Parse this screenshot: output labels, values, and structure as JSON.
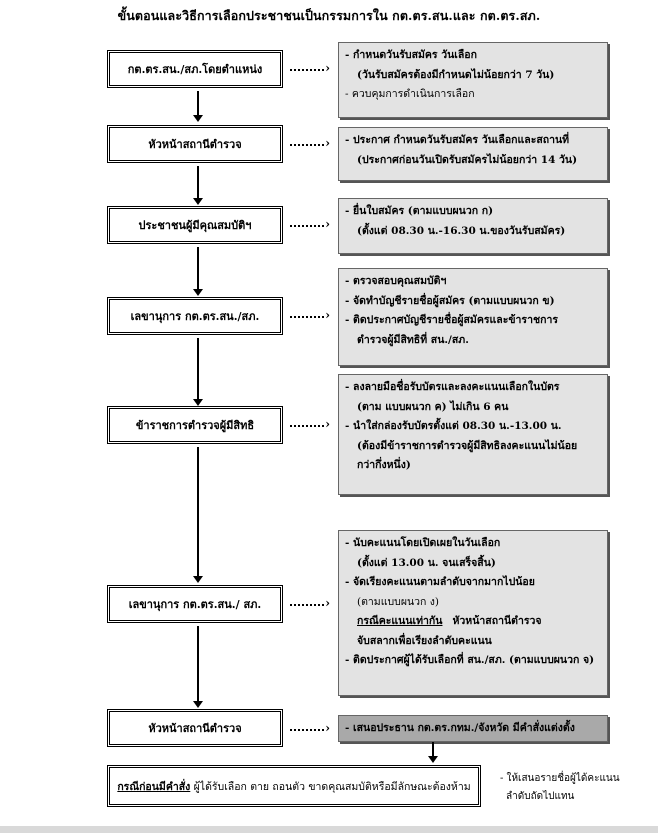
{
  "title": "ขั้นตอนและวิธีการเลือกประชาชนเป็นกรรมการใน กต.ตร.สน.และ กต.ตร.สภ.",
  "steps": [
    {
      "label": "กต.ตร.สน./สภ.โดยตำแหน่ง",
      "notes": [
        "- กำหนดวันรับสมัคร วันเลือก",
        "(วันรับสมัครต้องมีกำหนดไม่น้อยกว่า 7 วัน)",
        "- ควบคุมการดำเนินการเลือก"
      ]
    },
    {
      "label": "หัวหน้าสถานีตำรวจ",
      "notes": [
        "- ประกาศ กำหนดวันรับสมัคร วันเลือกและสถานที่",
        "(ประกาศก่อนวันเปิดรับสมัครไม่น้อยกว่า 14 วัน)"
      ]
    },
    {
      "label": "ประชาชนผู้มีคุณสมบัติฯ",
      "notes": [
        "- ยื่นใบสมัคร (ตามแบบผนวก ก)",
        "(ตั้งแต่ 08.30 น.-16.30 น.ของวันรับสมัคร)"
      ]
    },
    {
      "label": "เลขานุการ กต.ตร.สน./สภ.",
      "notes": [
        "- ตรวจสอบคุณสมบัติฯ",
        "- จัดทำบัญชีรายชื่อผู้สมัคร (ตามแบบผนวก ข)",
        "- ติดประกาศบัญชีรายชื่อผู้สมัครและข้าราชการ",
        "ตำรวจผู้มีสิทธิที่ สน./สภ."
      ]
    },
    {
      "label": "ข้าราชการตำรวจผู้มีสิทธิ",
      "notes": [
        "- ลงลายมือชื่อรับบัตรและลงคะแนนเลือกในบัตร",
        "(ตาม แบบผนวก ค) ไม่เกิน 6 คน",
        "- นำใส่กล่องรับบัตรตั้งแต่ 08.30 น.-13.00 น.",
        "(ต้องมีข้าราชการตำรวจผู้มีสิทธิลงคะแนนไม่น้อย",
        "กว่ากึ่งหนึ่ง)"
      ]
    },
    {
      "label": "เลขานุการ กต.ตร.สน./ สภ.",
      "notes": [
        "- นับคะแนนโดยเปิดเผยในวันเลือก",
        "(ตั้งแต่ 13.00 น. จนเสร็จสิ้น)",
        "- จัดเรียงคะแนนตามลำดับจากมากไปน้อย",
        "(ตามแบบผนวก ง)",
        "กรณีคะแนนเท่ากัน",
        "หัวหน้าสถานีตำรวจ",
        "จับสลากเพื่อเรียงลำดับคะแนน",
        "- ติดประกาศผู้ได้รับเลือกที่ สน./สภ. (ตามแบบผนวก จ)"
      ]
    },
    {
      "label": "หัวหน้าสถานีตำรวจ",
      "notes": [
        "- เสนอประธาน กต.ตร.กทม./จังหวัด มีคำสั่งแต่งตั้ง"
      ]
    }
  ],
  "final": {
    "label_bold": "กรณีก่อนมีคำสั่ง",
    "label_rest": "ผู้ได้รับเลือก ตาย ถอนตัว ขาดคุณสมบัติหรือมีลักษณะต้องห้าม",
    "side_note_1": "- ให้เสนอรายชื่อผู้ได้คะแนน",
    "side_note_2": "ลำดับถัดไปแทน"
  }
}
